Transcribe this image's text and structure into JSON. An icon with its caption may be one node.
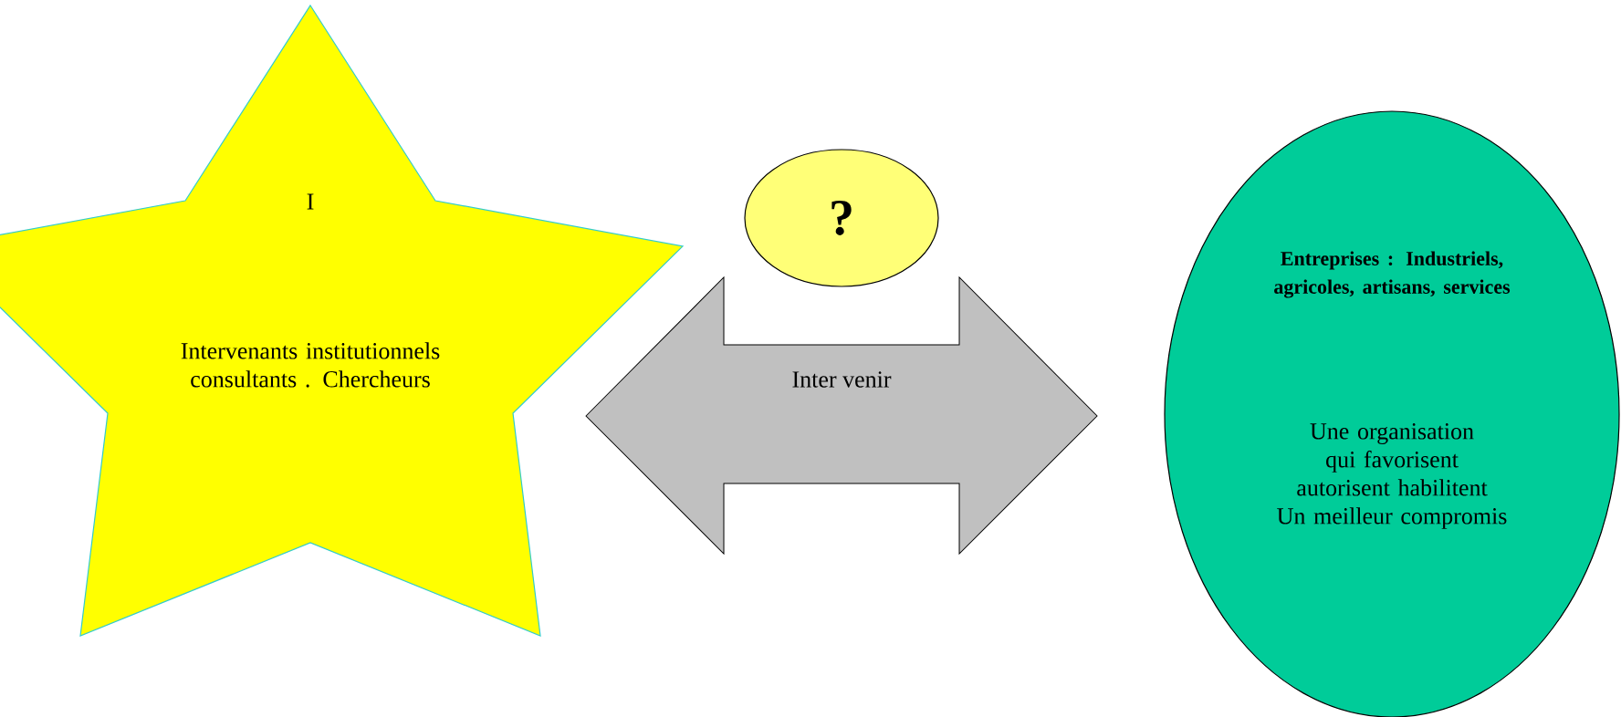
{
  "diagram": {
    "nodes": [
      {
        "text": [
          "I",
          "Intervenants institutionnels consultants . Chercheurs"
        ]
      },
      {
        "text": [
          "?"
        ]
      },
      {
        "text": [
          "Entreprises : Industriels, agricoles, artisans, services",
          "Une organisation qui favorisent autorisent habilitent Un meilleur compromis"
        ]
      }
    ],
    "edges": [
      {
        "from": 0,
        "to": 2,
        "arrow": "both",
        "label": "Inter venir"
      }
    ]
  }
}
